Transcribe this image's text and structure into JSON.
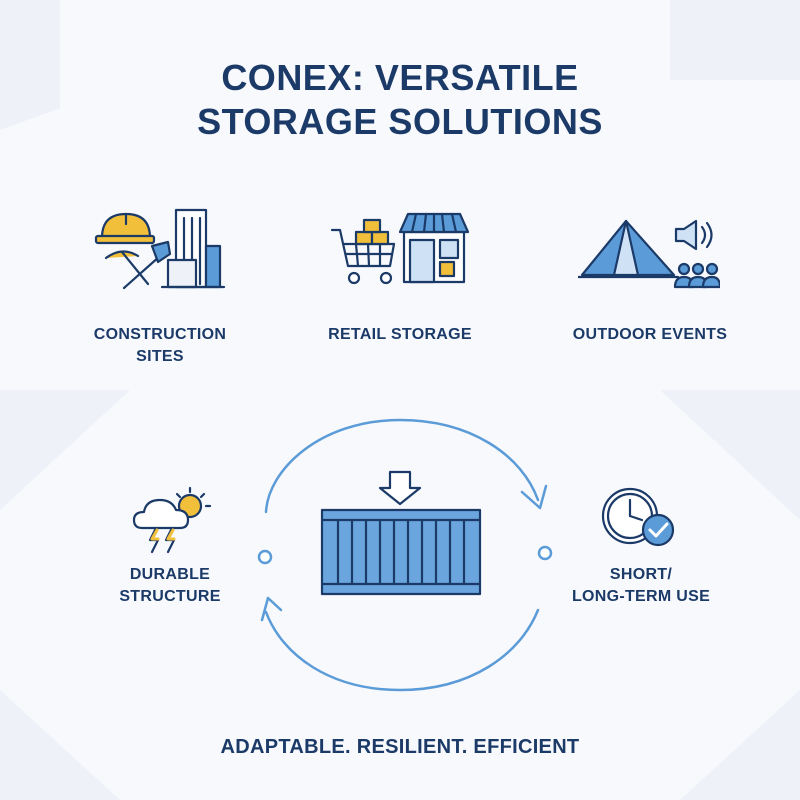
{
  "title": {
    "line1": "CONEX: VERSATILE",
    "line2": "STORAGE SOLUTIONS"
  },
  "uses": [
    {
      "line1": "CONSTRUCTION",
      "line2": "SITES",
      "icon": "construction-icon"
    },
    {
      "line1": "RETAIL STORAGE",
      "icon": "retail-store-icon"
    },
    {
      "line1": "OUTDOOR EVENTS",
      "icon": "outdoor-events-icon"
    }
  ],
  "features": [
    {
      "line1": "DURABLE",
      "line2": "STRUCTURE",
      "icon": "weather-storm-icon"
    },
    {
      "line1": "SHORT/",
      "line2": "LONG-TERM USE",
      "icon": "clock-check-icon"
    }
  ],
  "center": {
    "icon": "shipping-container-icon"
  },
  "tagline": "ADAPTABLE. RESILIENT. EFFICIENT",
  "colors": {
    "navy": "#1b3a68",
    "accent_blue": "#5b9bd8",
    "yellow": "#f2bf3a"
  }
}
